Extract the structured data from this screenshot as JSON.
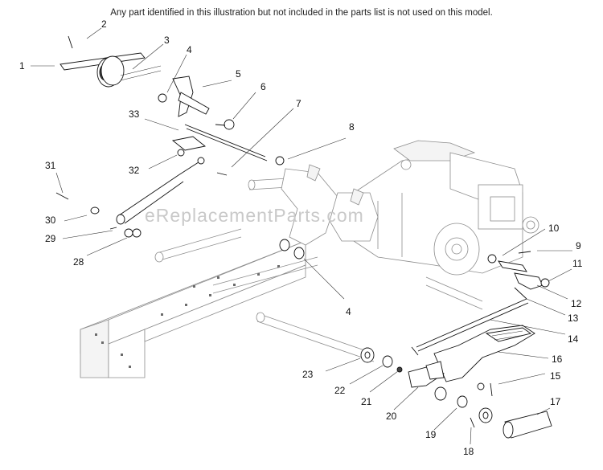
{
  "diagram": {
    "note": "Any part identified in this illustration but not included in the parts list is not used on this model.",
    "watermark": "eReplacementParts.com",
    "callouts": [
      "1",
      "2",
      "3",
      "4",
      "5",
      "6",
      "7",
      "8",
      "9",
      "10",
      "11",
      "12",
      "13",
      "14",
      "15",
      "16",
      "17",
      "18",
      "19",
      "20",
      "21",
      "22",
      "23",
      "28",
      "29",
      "30",
      "31",
      "32",
      "33",
      "4"
    ]
  }
}
